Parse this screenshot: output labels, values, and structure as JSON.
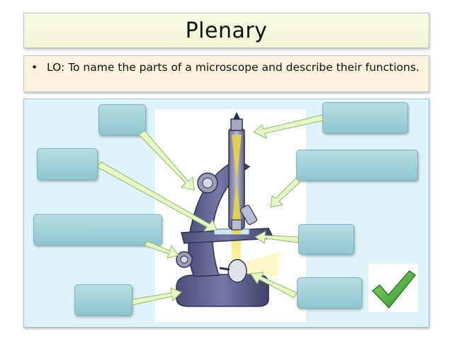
{
  "slide": {
    "title": "Plenary",
    "lo_bullet": "•",
    "lo_text": "LO: To name the parts of a microscope and describe their functions."
  },
  "colors": {
    "title_bg": "#f4f6d9",
    "lo_bg": "#fdf1e0",
    "panel_bg": "#dff3fa",
    "label_box": "#9fcfd6",
    "arrow": "#e7f7c9",
    "tick": "#3aa43a"
  },
  "icons": [
    "microscope-illustration",
    "green-checkmark-icon"
  ],
  "label_boxes": [
    {
      "id": "label-box-1",
      "text": ""
    },
    {
      "id": "label-box-2",
      "text": ""
    },
    {
      "id": "label-box-3",
      "text": ""
    },
    {
      "id": "label-box-4",
      "text": ""
    },
    {
      "id": "label-box-5",
      "text": ""
    },
    {
      "id": "label-box-6",
      "text": ""
    },
    {
      "id": "label-box-7",
      "text": ""
    },
    {
      "id": "label-box-8",
      "text": ""
    }
  ]
}
